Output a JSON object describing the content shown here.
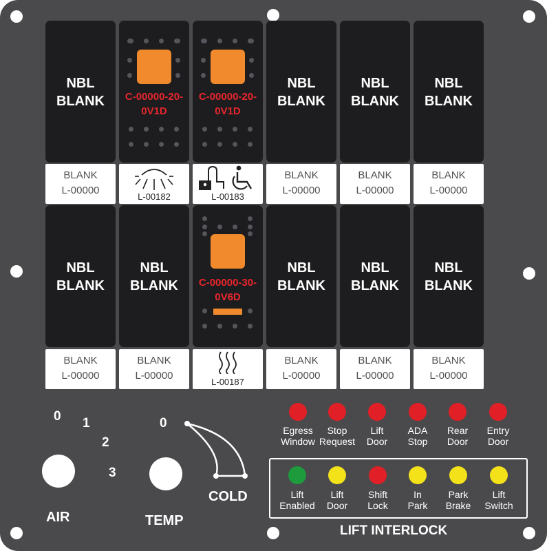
{
  "colors": {
    "panel": "#4a4a4c",
    "switch": "#1d1d1f",
    "lens": "#f08a2c",
    "part_text": "#e8262d",
    "led_red": "#e11f26",
    "led_yellow": "#f3e21a",
    "led_green": "#1e9b3c"
  },
  "switches": {
    "top": [
      {
        "kind": "blank",
        "l1": "NBL",
        "l2": "BLANK",
        "label1": "BLANK",
        "label2": "L-00000"
      },
      {
        "kind": "lit",
        "p1": "C-00000-20-",
        "p2": "0V1D",
        "icon": "sun-icon",
        "code": "L-00182"
      },
      {
        "kind": "lit",
        "p1": "C-00000-20-",
        "p2": "0V1D",
        "icon": "lock-wheelchair-icon",
        "code": "L-00183"
      },
      {
        "kind": "blank",
        "l1": "NBL",
        "l2": "BLANK",
        "label1": "BLANK",
        "label2": "L-00000"
      },
      {
        "kind": "blank",
        "l1": "NBL",
        "l2": "BLANK",
        "label1": "BLANK",
        "label2": "L-00000"
      },
      {
        "kind": "blank",
        "l1": "NBL",
        "l2": "BLANK",
        "label1": "BLANK",
        "label2": "L-00000"
      }
    ],
    "bottom": [
      {
        "kind": "blank",
        "l1": "NBL",
        "l2": "BLANK",
        "label1": "BLANK",
        "label2": "L-00000"
      },
      {
        "kind": "blank",
        "l1": "NBL",
        "l2": "BLANK",
        "label1": "BLANK",
        "label2": "L-00000"
      },
      {
        "kind": "lit",
        "p1": "C-00000-30-",
        "p2": "0V6D",
        "icon": "heat-icon",
        "code": "L-00187"
      },
      {
        "kind": "blank",
        "l1": "NBL",
        "l2": "BLANK",
        "label1": "BLANK",
        "label2": "L-00000"
      },
      {
        "kind": "blank",
        "l1": "NBL",
        "l2": "BLANK",
        "label1": "BLANK",
        "label2": "L-00000"
      },
      {
        "kind": "blank",
        "l1": "NBL",
        "l2": "BLANK",
        "label1": "BLANK",
        "label2": "L-00000"
      }
    ]
  },
  "air": {
    "label": "AIR",
    "positions": [
      "0",
      "1",
      "2",
      "3"
    ]
  },
  "temp": {
    "label": "TEMP",
    "zero": "0",
    "cold": "COLD"
  },
  "door_leds": [
    {
      "color": "red",
      "l1": "Egress",
      "l2": "Window"
    },
    {
      "color": "red",
      "l1": "Stop",
      "l2": "Request"
    },
    {
      "color": "red",
      "l1": "Lift",
      "l2": "Door"
    },
    {
      "color": "red",
      "l1": "ADA",
      "l2": "Stop"
    },
    {
      "color": "red",
      "l1": "Rear",
      "l2": "Door"
    },
    {
      "color": "red",
      "l1": "Entry",
      "l2": "Door"
    }
  ],
  "interlock": {
    "title": "LIFT INTERLOCK",
    "leds": [
      {
        "color": "green",
        "l1": "Lift",
        "l2": "Enabled"
      },
      {
        "color": "yellow",
        "l1": "Lift",
        "l2": "Door"
      },
      {
        "color": "red",
        "l1": "Shift",
        "l2": "Lock"
      },
      {
        "color": "yellow",
        "l1": "In",
        "l2": "Park"
      },
      {
        "color": "yellow",
        "l1": "Park",
        "l2": "Brake"
      },
      {
        "color": "yellow",
        "l1": "Lift",
        "l2": "Switch"
      }
    ]
  }
}
